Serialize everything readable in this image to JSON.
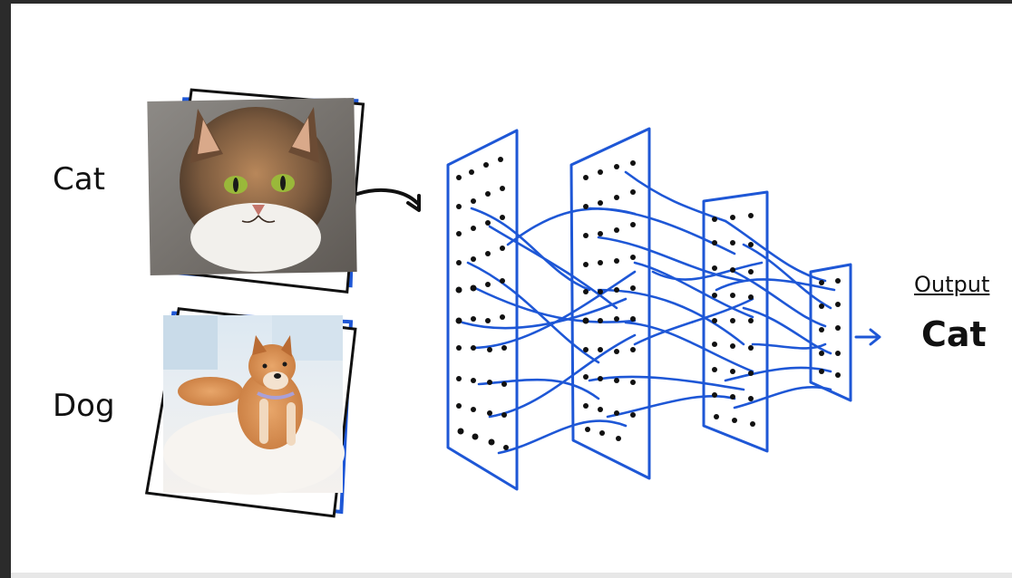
{
  "labels": {
    "cat": "Cat",
    "dog": "Dog"
  },
  "output": {
    "title": "Output",
    "value": "Cat"
  },
  "images": {
    "cat": "cat-photo",
    "dog": "dog-photo"
  },
  "colors": {
    "network_blue": "#1e57d6",
    "ink": "#111111"
  }
}
